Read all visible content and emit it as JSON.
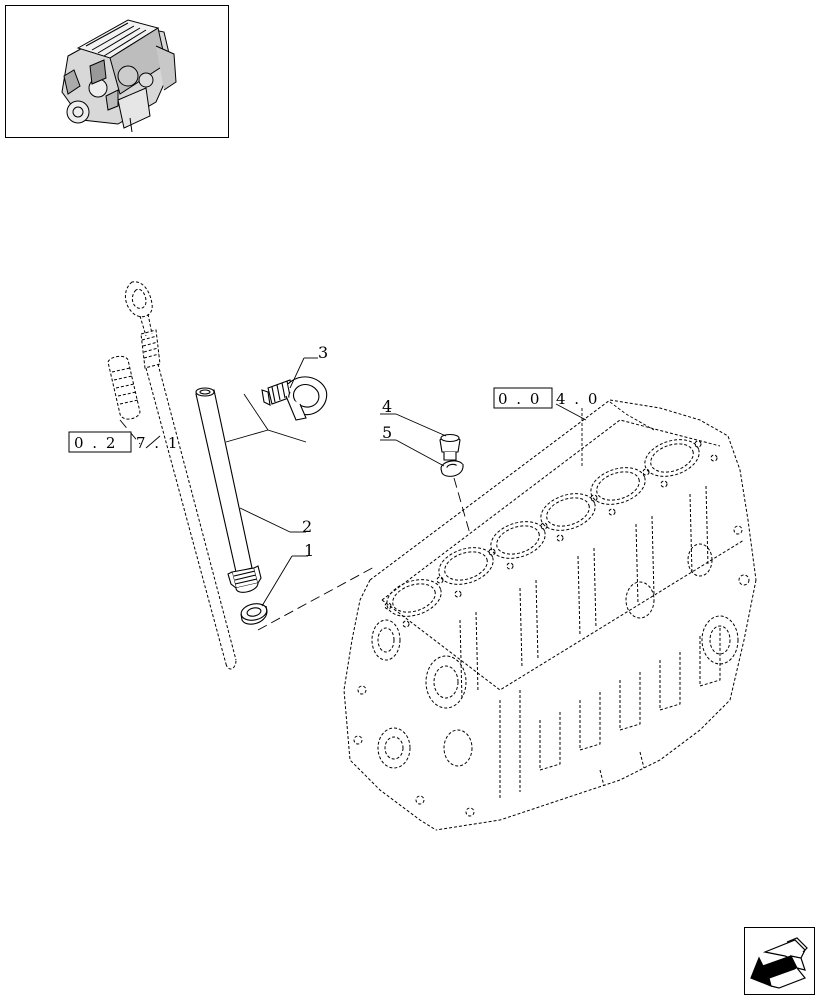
{
  "callouts": {
    "c1": "1",
    "c2": "2",
    "c3": "3",
    "c4": "4",
    "c5": "5"
  },
  "references": {
    "ref_block": {
      "boxed": "0 . 0",
      "tail": "4 . 0"
    },
    "ref_dipstick": {
      "boxed": "0 . 2",
      "tail": "7 . 1"
    }
  },
  "icons": {
    "thumbnail": "engine-thumbnail-icon",
    "nav": "next-page-arrow-icon"
  },
  "colors": {
    "line": "#000000",
    "background": "#ffffff"
  }
}
